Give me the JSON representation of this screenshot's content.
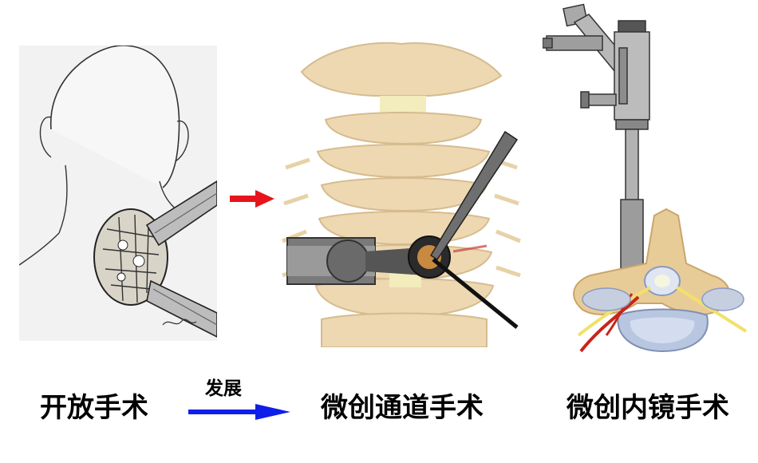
{
  "labels": {
    "open_surgery": "开放手术",
    "channel_surgery": "微创通道手术",
    "endoscope_surgery": "微创内镜手术",
    "development": "发展"
  },
  "colors": {
    "progress_arrow": "#e8141b",
    "development_arrow": "#0f1ee8",
    "bone": "#e8cc98",
    "bone_shadow": "#c9a56a",
    "instrument_metal": "#8c8c8c",
    "nerve": "#f3e06a",
    "vessel": "#c8241b"
  },
  "icons": {
    "open_panel": "open-neck-surgery-sketch",
    "channel_panel": "cervical-spine-tubular-retractor",
    "endo_panel": "spinal-endoscope-vertebra"
  }
}
